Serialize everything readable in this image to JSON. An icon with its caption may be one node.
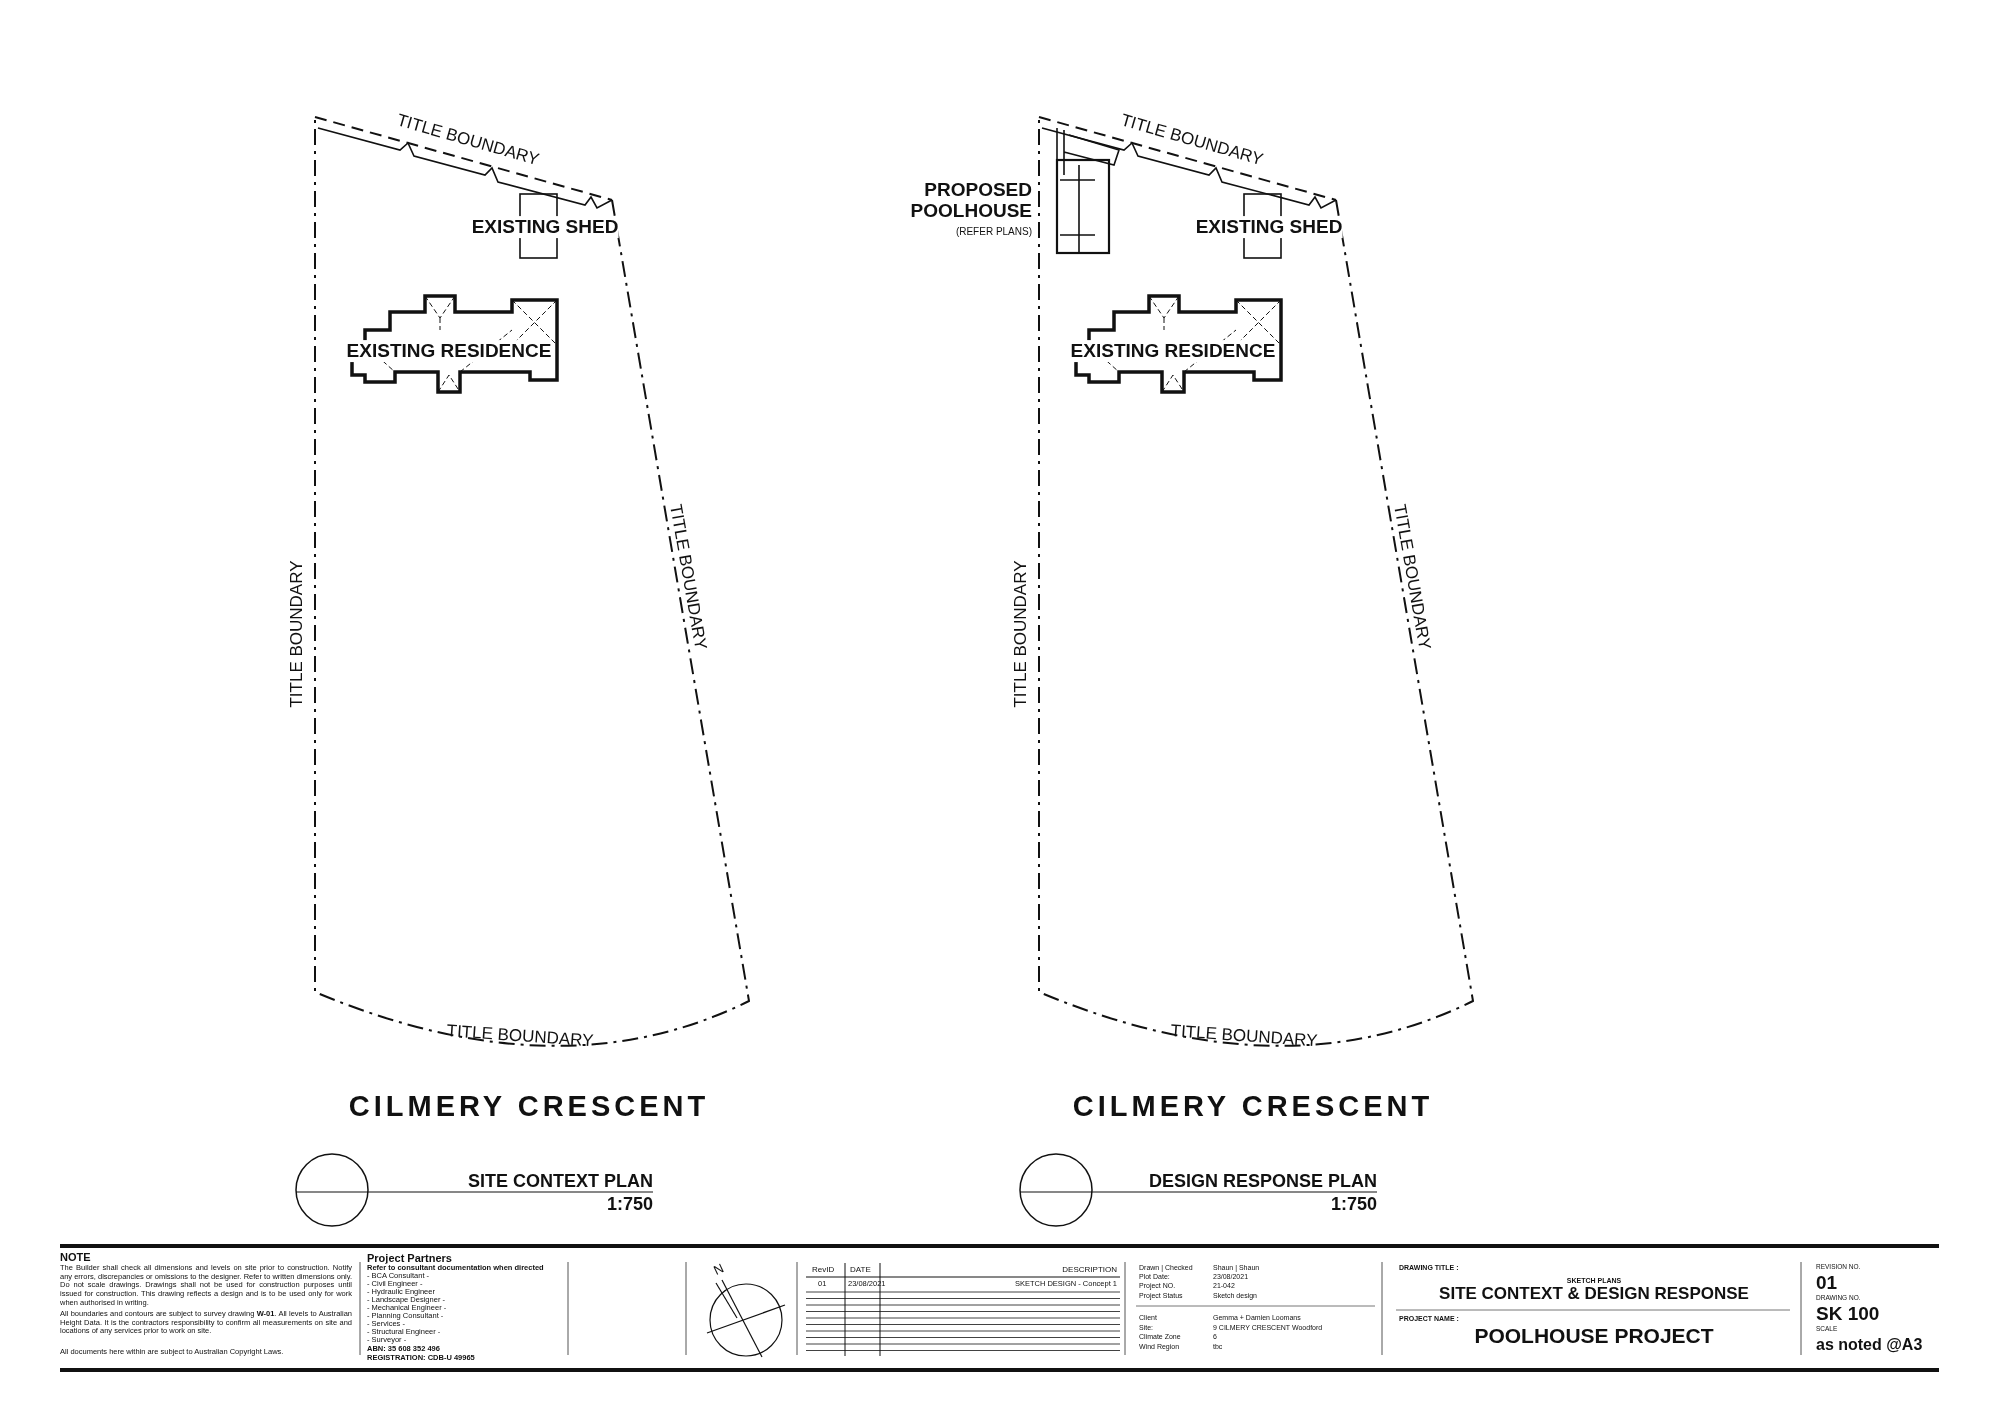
{
  "diagram": {
    "labels": [
      "TITLE BOUNDARY",
      "EXISTING SHED",
      "EXISTING RESIDENCE",
      "TITLE BOUNDARY",
      "TITLE BOUNDARY",
      "TITLE BOUNDARY",
      "CILMERY CRESCENT",
      "SITE CONTEXT PLAN",
      "1:750",
      "TITLE BOUNDARY",
      "PROPOSED POOLHOUSE",
      "(REFER PLANS)",
      "EXISTING SHED",
      "EXISTING RESIDENCE",
      "TITLE BOUNDARY",
      "TITLE BOUNDARY",
      "TITLE BOUNDARY",
      "CILMERY CRESCENT",
      "DESIGN RESPONSE PLAN",
      "1:750",
      "NOTE",
      "The Builder shall check all dimensions and levels on site prior to construction. Notify any errors, discrepancies or omissions to the designer. Refer to written dimensions only. Do not scale drawings. Drawings shall not be used for construction purposes until issued for construction. This drawing reflects a design and is to be used only for work when authorised in writing.",
      "All boundaries and contours are subject to survey drawing **W-01**. All levels to Australian Height Data. It is the contractors responsibility to confirm all measurements on site and locations of any services prior to work on site.",
      "All documents here within are subject to Australian Copyright Laws.",
      "Project Partners",
      "Refer to consultant documentation when directed",
      "- BCA Consultant -",
      "- Civil Engineer -",
      "- Hydraulic Engineer",
      "- Landscape Designer -",
      "- Mechanical Engineer -",
      "- Planning Consultant -",
      "- Services -",
      "- Structural Engineer -",
      "- Surveyor -",
      "ABN: 35 608 352 496",
      "REGISTRATION: CDB-U 49965",
      "N",
      "RevID",
      "DATE",
      "DESCRIPTION",
      "01",
      "23/08/2021",
      "SKETCH DESIGN - Concept 1",
      "Drawn | Checked",
      "Shaun | Shaun",
      "Plot Date:",
      "23/08/2021",
      "Project NO.",
      "21-042",
      "Project Status",
      "Sketch design",
      "Client",
      "Gemma + Damien Loomans",
      "Site:",
      "9 CILMERY CRESCENT Woodford",
      "Climate Zone",
      "6",
      "Wind Region",
      "tbc",
      "DRAWING TITLE :",
      "SKETCH PLANS",
      "SITE CONTEXT & DESIGN RESPONSE",
      "PROJECT NAME :",
      "POOLHOUSE PROJECT",
      "REVISION NO.",
      "01",
      "DRAWING NO.",
      "SK 100",
      "SCALE",
      "as noted @A3"
    ]
  }
}
